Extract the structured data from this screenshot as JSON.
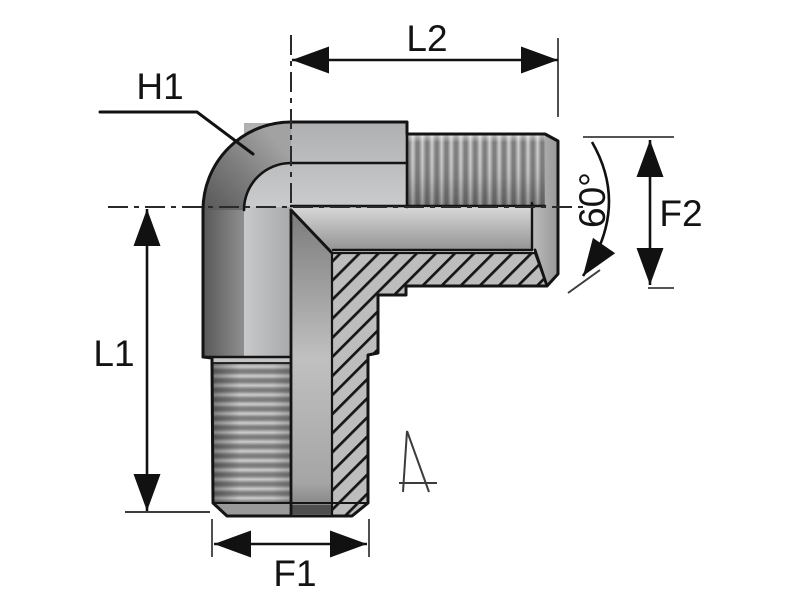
{
  "drawing": {
    "dimension_labels": {
      "h1": "H1",
      "l2": "L2",
      "l1": "L1",
      "f1": "F1",
      "f2": "F2",
      "angle": "60°"
    },
    "colors": {
      "background": "#ffffff",
      "outline": "#141414",
      "label_text": "#131313",
      "body_light": "#c0c2c4",
      "body_dark": "#5e5e5e",
      "hatch_background": "#bdbdbd",
      "thread_dark": "#828282",
      "thread_light": "#cfcfcf"
    }
  }
}
